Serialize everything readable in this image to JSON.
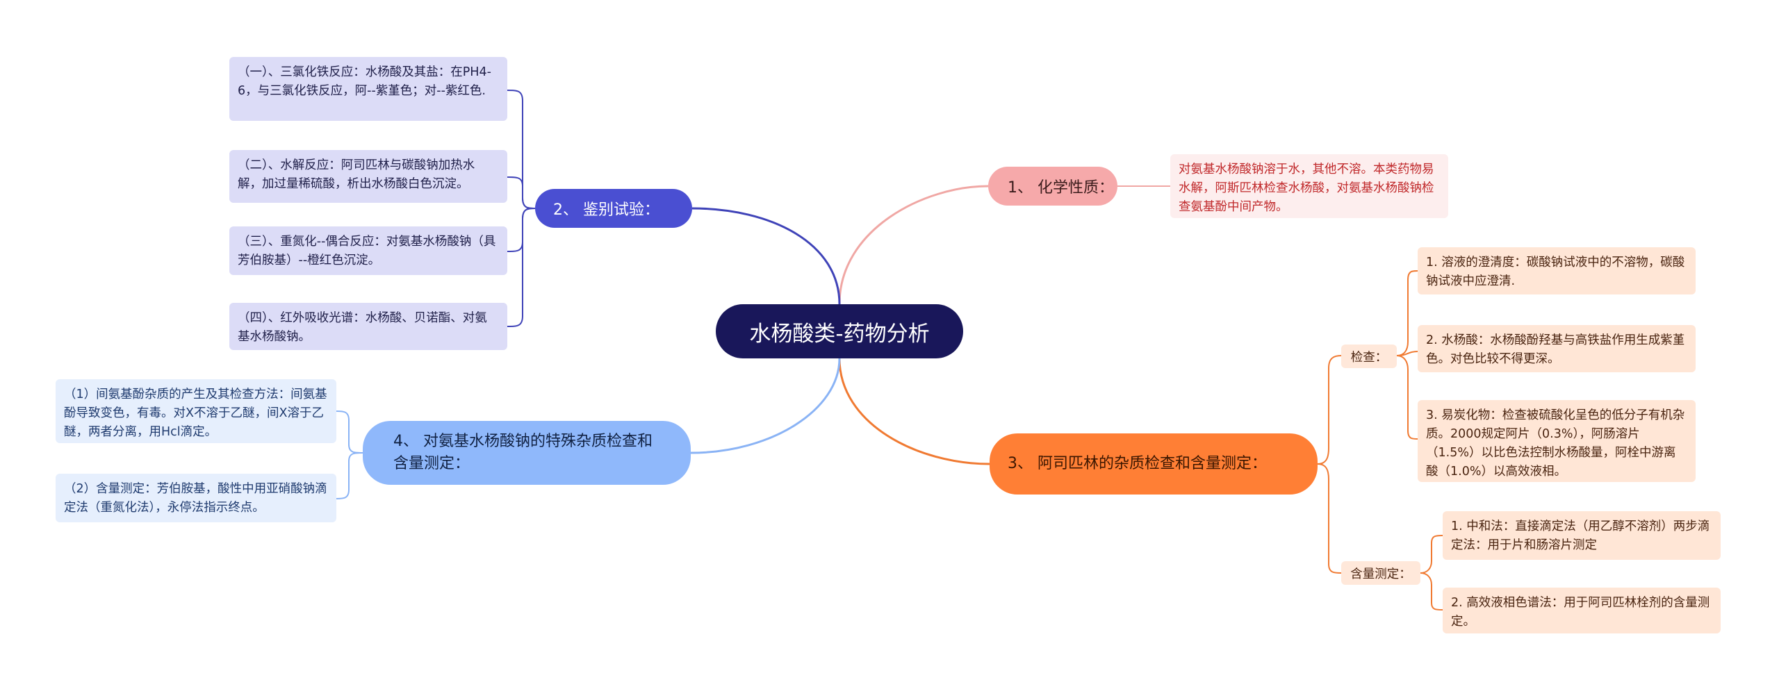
{
  "root": {
    "title": "水杨酸类-药物分析"
  },
  "branch1": {
    "title": "1、 化学性质：",
    "detail": "对氨基水杨酸钠溶于水，其他不溶。本类药物易水解，阿斯匹林检查水杨酸，对氨基水杨酸钠检查氨基酚中间产物。"
  },
  "branch2": {
    "title": "2、 鉴别试验：",
    "items": [
      "（一）、三氯化铁反应：水杨酸及其盐：在PH4-6，与三氯化铁反应，阿--紫堇色；对--紫红色.",
      "（二）、水解反应：阿司匹林与碳酸钠加热水解，加过量稀硫酸，析出水杨酸白色沉淀。",
      "（三）、重氮化--偶合反应：对氨基水杨酸钠（具芳伯胺基）--橙红色沉淀。",
      "（四）、红外吸收光谱：水杨酸、贝诺酯、对氨基水杨酸钠。"
    ]
  },
  "branch3": {
    "title": "3、 阿司匹林的杂质检查和含量测定：",
    "check": {
      "label": "检查：",
      "items": [
        "1. 溶液的澄清度：碳酸钠试液中的不溶物，碳酸钠试液中应澄清.",
        "2. 水杨酸：水杨酸酚羟基与高铁盐作用生成紫堇色。对色比较不得更深。",
        "3. 易炭化物：检查被硫酸化呈色的低分子有机杂质。2000规定阿片（0.3%），阿肠溶片（1.5%）以比色法控制水杨酸量，阿栓中游离酸（1.0%）以高效液相。"
      ]
    },
    "assay": {
      "label": "含量测定：",
      "items": [
        "1. 中和法：直接滴定法（用乙醇不溶剂）两步滴定法：用于片和肠溶片测定",
        "2. 高效液相色谱法：用于阿司匹林栓剂的含量测定。"
      ]
    }
  },
  "branch4": {
    "title": "4、 对氨基水杨酸钠的特殊杂质检查和含量测定：",
    "items": [
      "（1）间氨基酚杂质的产生及其检查方法：间氨基酚导致变色，有毒。对X不溶于乙醚，间X溶于乙醚，两者分离，用Hcl滴定。",
      "（2）含量测定：芳伯胺基，酸性中用亚硝酸钠滴定法（重氮化法），永停法指示终点。"
    ]
  },
  "colors": {
    "root": "#19175a",
    "branch1": "#f6a9aa",
    "branch2": "#4a4fd2",
    "branch3": "#ff7f35",
    "branch4": "#8fb8fb"
  }
}
